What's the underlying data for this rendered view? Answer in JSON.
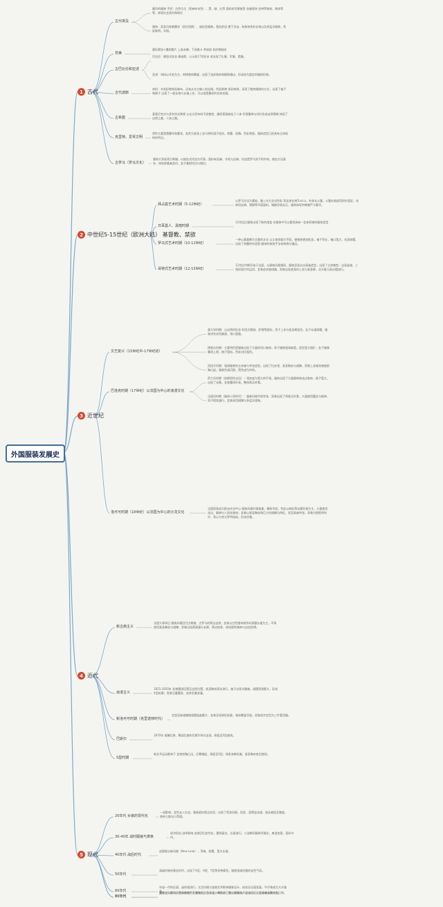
{
  "title": "外国服装发展史",
  "branches": [
    {
      "num": "1",
      "label": "古代",
      "subs": [
        {
          "label": "古代埃及",
          "leaves": [
            "最早的服装 手织：白色为主（亚麻布本色），黑、绿、红等 面料较早期使用 衣服首饰 金带等装饰，装饰等等，体现社会身份和地位",
            "服饰：男女均穿着腰衣（凯拉西斯）、披挂型服装，宽松舒适 便于活动，有装饰性的长袍以及多层次服装，色彩鲜明，华丽。"
          ]
        },
        {
          "label": "苏美",
          "leaves": [
            "裹形褶衣+穗状腰片 上身赤裸，下身着卡 考纳凯 毛织物制成 "
          ]
        },
        {
          "label": "古巴比伦和亚述",
          "leaves": [
            "巴比伦：缠绕式挂衣 康迪斯，公元前17世纪末 进出现了礼服、军服、猎服。",
            "亚述：材料以羊毛为主，刺绣装饰繁复，出现了流苏装饰和精致镶边，形成较为固定的服饰形制。"
          ]
        },
        {
          "label": "古代波斯",
          "leaves": [
            "材料：羊毛织物和亚麻布，还有从东方输入的丝绸，色彩鲜艳 多彩刺绣，采用了裁剪缝制的方式，出现了袖子和裤子 出现了一般长袍与长袖上衣，可以说是最初的合体衣服。"
          ]
        },
        {
          "label": "古希腊",
          "leaves": [
            "爱奥尼克式与多利克式希顿 以长方形布料不经裁剪、缝纫直接披挂于人体 利用腰带与别针形成自然褶裥 体现了自然之美、人体之美。"
          ]
        },
        {
          "label": "克里特、爱琴文明",
          "leaves": [
            "男性主要是围腰布和腰衣，女性为紧身上衣与钟形裙子组合，束腰、袒胸，色彩艳丽，服饰造型已经具有立体结构的特点。"
          ]
        },
        {
          "label": "古罗马（罗马文化）",
          "leaves": [
            "服饰大多延续古希腊，以披挂式托加为代表，面料有亚麻、羊毛与丝绸，托加是罗马男子的外袍，披挂方法复杂，体现穿着者身份，女子着斯托拉与帕拉。"
          ]
        }
      ]
    },
    {
      "num": "2",
      "label": "中世纪5-15世纪（欧洲大陆） 基督教、禁欲",
      "subs": [
        {
          "label": "拜占庭艺术时期（5-12世纪）",
          "leaves": [
            "以罗马文化为基础，融入东方文化色彩 男女穿长袍Tunica，外穿长斗篷，斗篷在肩部用别针固定，衣饰用丝绸、锦缎等华丽面料，镶嵌珍珠宝石，服饰体现宗教威严与奢华。"
          ]
        },
        {
          "label": "日耳曼人、黑暗时期",
          "leaves": [
            "12世纪后服装出现了新的改变 在服装中可以看到具有一定体积感的服装造型"
          ]
        },
        {
          "label": "罗马式艺术时期（10-12世纪）",
          "leaves": [
            "一种以基督教为主题的文化 以立体剪裁为手段，使服装更加贴身，袖子窄长，袖口宽大，衣身收腰，出现了束腰的布里奥 服饰的装饰手法有刺绣与镶边。"
          ]
        },
        {
          "label": "哥特式艺术时期（12-15世纪）",
          "leaves": [
            "12世纪中期开始于法国，与建筑风格相同，服装呈现尖尖高耸造型，出现了立体裁剪，出现省道、三角形插片的运用，女装追求曲线美，男装出现紧身的上衣与紧身裤，尖头鞋与高尖帽流行。"
          ]
        }
      ]
    },
    {
      "num": "3",
      "label": "近世纪",
      "subs": [
        {
          "label": "文艺复兴（15世纪中-17世纪初）",
          "leaves": [
            "意大利时期：以自然的形态 利用天鹅绒、织锦等面料，男子上衣与紧身裤组合，女子长裙高腰，服装讲究实用美观，领口宽敞。",
            "德意志时期：主要特色是服装出现了大量的切口装饰，男子服装强调肩宽，造型宽大粗犷；女子服装腰线上提，袖子宽松，色彩对比强烈。",
            "西班牙时期：强调服装的立体感与夸张造型，出现了拉夫领、紧身胸衣与裙撑，男装上衣填充物使前胸凸起，服装色调沉稳，黑色成为时尚。"
          ]
        },
        {
          "label": "巴洛克时期（17世纪）以法国为中心的浪漫文化",
          "leaves": [
            "荷兰风时期（前期男性化风）：领饰变为宽大的平领，服饰出现了大量缎带和花边装饰，裤子宽大，出现了长靴，女装腰线升高，整体简洁朴素。",
            "法国风时期（路易十四时代）：服装风格华丽夸张，男装出现了鸡尾式外套，大量使用蕾丝与缎带，男子假发盛行，女装采用裙撑与多层次裙装。"
          ]
        },
        {
          "label": "洛可可时期（18世纪）以法国为中心的沙龙文化",
          "leaves": [
            "法国逐渐成为欧洲文化中心 服装风格纤细柔美、精致华丽，色彩以粉彩等淡雅色调为主，大量使用花边、缎带与人造花装饰；女装以紧身胸衣和巨大的裙撑为特征，发型高耸夸张；男装为贾斯特科尔、背心与克尤罗特组成，形态优雅。"
          ]
        }
      ]
    },
    {
      "num": "4",
      "label": "近代",
      "subs": [
        {
          "label": "新古典主义",
          "leaves": [
            "法国大革命后 服装风格回归古希腊、古罗马的简洁自然，女装以白色细布制作的高腰长裙为主，不再使用紧身胸衣与裙撑；男装出现燕尾服与长裤，简洁修身，体现理性精神与自由思想。"
          ]
        },
        {
          "label": "浪漫主义",
          "leaves": [
            "1825-1850年 女装腰线回落至自然位置，紧身胸衣再次流行，袖子出现羊腿袖，裙摆逐渐膨大，形成X型轮廓；男装注重腰身，追求优雅浪漫。"
          ]
        },
        {
          "label": "新洛可可时期（克里诺林时代）",
          "leaves": [
            "克里诺林裙撑使裙摆极度膨大，女装呈现钟形轮廓，装饰繁复华丽，男装逐步定型为三件套西服。"
          ]
        },
        {
          "label": "巴斯尔",
          "leaves": [
            "1870年 裙撑后移，臀部后翘的巴斯尔样式出现，侧面呈S型曲线。"
          ]
        },
        {
          "label": "S型时期",
          "leaves": [
            "新艺术运动影响下 女装前胸凸出、后臀翘起，侧面呈S型，线条流畅优美，紧身胸衣依旧使用。"
          ]
        }
      ]
    },
    {
      "num": "5",
      "label": "现代",
      "subs": [
        {
          "label": "20年代 女装的现代化",
          "leaves": [
            "一战影响，女性走入社会，服装趋向简洁实用，出现了男孩风格，短发、直筒连衣裙，裙长缩短至膝盖，香奈儿推出小黑裙。"
          ]
        },
        {
          "label": "30-40年 战时服装与萧条",
          "leaves": [
            "经济危机 战争影响 女装回归女性化、腰线复位、长裙流行；二战期间服装军服化，肩部加宽，面料节约。"
          ]
        },
        {
          "label": "40年代 战后时代",
          "leaves": [
            "迪奥推出新风貌（New Look），窄肩、收腰、宽大长裙。"
          ]
        },
        {
          "label": "50年代",
          "leaves": [
            "高级时装的黄金时代，出现了A型、H型、Y型等多种廓型，服装强调优雅的女性气质。"
          ]
        },
        {
          "label": "60年代",
          "leaves": [
            "年轻一代的反叛，迷你裙流行，太空风格与波普艺术影响服装设计，成衣业迅速发展，牛仔装成为大众服装。"
          ]
        },
        {
          "label": "70年代",
          "leaves": [
            "嬉皮士风格与朋克风格流行，服装呈现多元化，喇叭裤、民族风服饰广泛流行，女性穿着长裤成为日常。"
          ]
        },
        {
          "label": "80年代",
          "leaves": [
            "女性进入职场，宽肩的权力套装流行，日本设计师进入巴黎，解构主义设计出现，运动休闲装兴起。"
          ]
        }
      ]
    }
  ],
  "colors": {
    "root_border": "#3a6ea5",
    "badge": "#d9462c",
    "wire": "#7aa7c7",
    "leaf_wire": "#a3a3a3"
  }
}
